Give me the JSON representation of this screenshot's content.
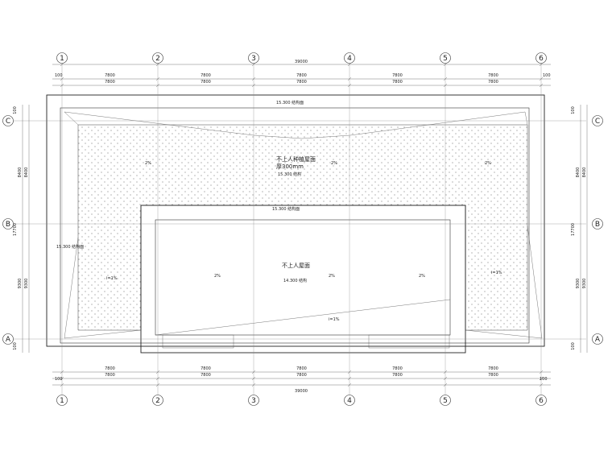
{
  "plan": {
    "axes_columns": [
      "1",
      "2",
      "3",
      "4",
      "5",
      "6"
    ],
    "axes_rows": [
      "C",
      "B",
      "A"
    ],
    "overall_width": "39000",
    "bay_width": "7800",
    "edge_offset": "100",
    "left_dims_row_cb": [
      "8400",
      "8400"
    ],
    "left_dims_row_ba": [
      "9300",
      "9300"
    ],
    "left_total": "17700",
    "left_offset_top": "100",
    "left_offset_bottom": "100",
    "labels": {
      "planted_roof_title": "不上人种植屋面",
      "planted_roof_depth": "厚300mm",
      "planted_roof_elev": "15.300 结构",
      "upper_elev": "15.300 结构面",
      "mid_elev": "15.300 结构面",
      "left_elev": "15.300 结构面",
      "roof_title": "不上人屋面",
      "roof_elev": "14.300 结构",
      "slope_2pct": "2%",
      "slope_1pct": "i=1%"
    }
  }
}
